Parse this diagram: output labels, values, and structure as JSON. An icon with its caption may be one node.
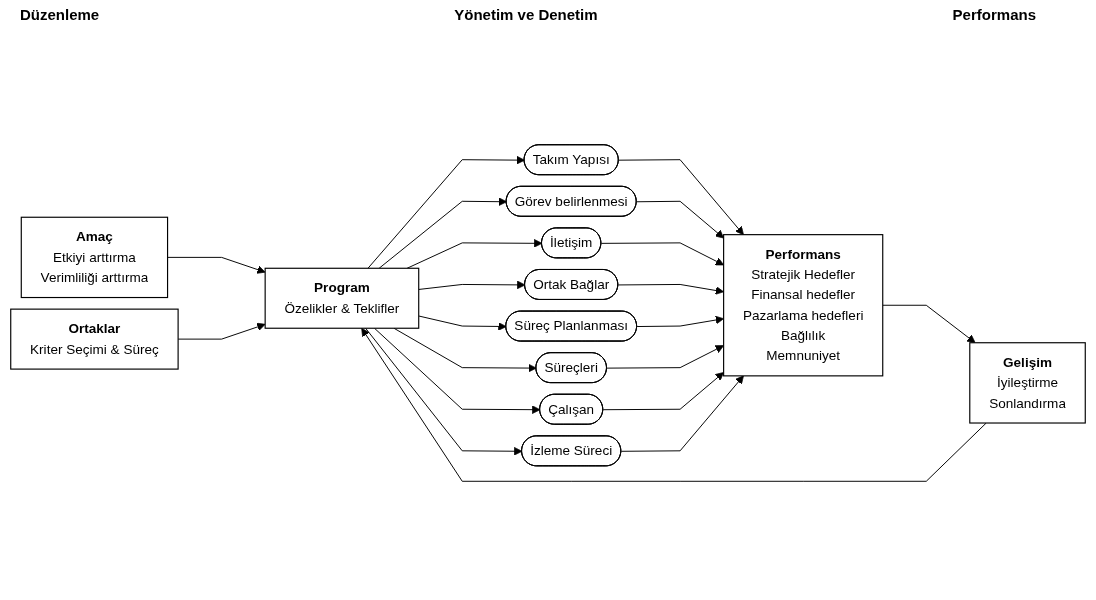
{
  "diagram": {
    "nodes": [
      {
        "text": [
          "Amaç",
          "Etkiyi arttırma",
          "Verimliliği arttırma"
        ]
      },
      {
        "text": [
          "Program",
          "Özelikler & Teklifler"
        ]
      },
      {
        "text": [
          "Ortaklar",
          "Kriter Seçimi & Süreç"
        ]
      },
      {
        "text": [
          "Takım Yapısı"
        ]
      },
      {
        "text": [
          "Görev belirlenmesi"
        ]
      },
      {
        "text": [
          "İletişim"
        ]
      },
      {
        "text": [
          "Ortak Bağlar"
        ]
      },
      {
        "text": [
          "Süreç Planlanması"
        ]
      },
      {
        "text": [
          "Süreçleri"
        ]
      },
      {
        "text": [
          "Çalışan"
        ]
      },
      {
        "text": [
          "İzleme Süreci"
        ]
      },
      {
        "text": [
          "Performans",
          "Stratejik Hedefler",
          "Finansal hedefler",
          "Pazarlama hedefleri",
          "Bağlılık",
          "Memnuniyet"
        ]
      },
      {
        "text": [
          "Gelişim",
          "İyileştirme",
          "Sonlandırma"
        ]
      }
    ],
    "edges": [
      {
        "from": 0,
        "to": 1,
        "arrow": "to"
      },
      {
        "from": 2,
        "to": 1,
        "arrow": "to"
      },
      {
        "from": 1,
        "to": 3,
        "arrow": "to"
      },
      {
        "from": 1,
        "to": 4,
        "arrow": "to"
      },
      {
        "from": 1,
        "to": 5,
        "arrow": "to"
      },
      {
        "from": 1,
        "to": 6,
        "arrow": "to"
      },
      {
        "from": 1,
        "to": 7,
        "arrow": "to"
      },
      {
        "from": 1,
        "to": 8,
        "arrow": "to"
      },
      {
        "from": 1,
        "to": 9,
        "arrow": "to"
      },
      {
        "from": 1,
        "to": 10,
        "arrow": "to"
      },
      {
        "from": 3,
        "to": 11,
        "arrow": "to"
      },
      {
        "from": 4,
        "to": 11,
        "arrow": "to"
      },
      {
        "from": 5,
        "to": 11,
        "arrow": "to"
      },
      {
        "from": 6,
        "to": 11,
        "arrow": "to"
      },
      {
        "from": 7,
        "to": 11,
        "arrow": "to"
      },
      {
        "from": 8,
        "to": 11,
        "arrow": "to"
      },
      {
        "from": 9,
        "to": 11,
        "arrow": "to"
      },
      {
        "from": 10,
        "to": 11,
        "arrow": "to"
      },
      {
        "from": 11,
        "to": 12,
        "arrow": "to"
      },
      {
        "from": 12,
        "to": 1,
        "arrow": "to"
      }
    ],
    "labels": [
      "Düzenleme",
      "Yönetim ve Denetim",
      "Performans"
    ]
  }
}
